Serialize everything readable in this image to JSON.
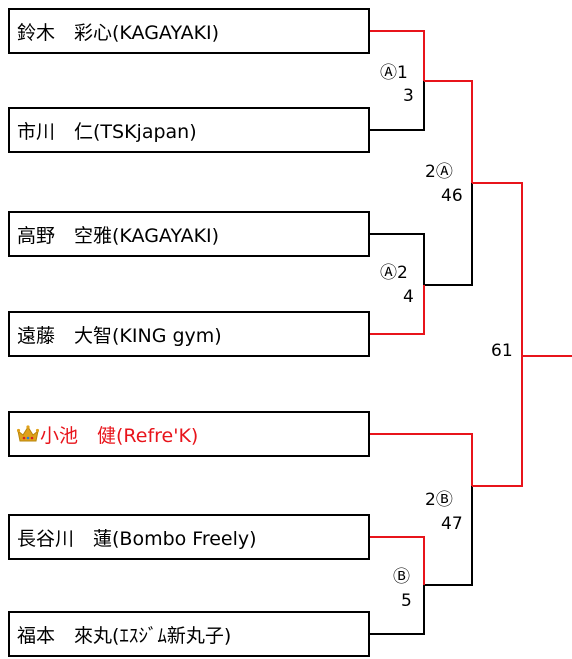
{
  "players": [
    {
      "name": "鈴木　彩心(KAGAYAKI)"
    },
    {
      "name": "市川　仁(TSKjapan)"
    },
    {
      "name": "高野　空雅(KAGAYAKI)"
    },
    {
      "name": "遠藤　大智(KING gym)"
    },
    {
      "name": "小池　健(Refre'K)",
      "winner": true,
      "crown_icon": "crown-icon"
    },
    {
      "name": "長谷川　蓮(Bombo Freely)"
    },
    {
      "name": "福本　來丸(ｴｽｼﾞﾑ新丸子)"
    }
  ],
  "matches": {
    "r1_a1": {
      "label": "Ⓐ1",
      "number": "3"
    },
    "r1_a2": {
      "label": "Ⓐ2",
      "number": "4"
    },
    "r1_b": {
      "label": "Ⓑ",
      "number": "5"
    },
    "sf_a": {
      "label": "2Ⓐ",
      "number": "46"
    },
    "sf_b": {
      "label": "2Ⓑ",
      "number": "47"
    },
    "final": {
      "number": "61"
    }
  },
  "colors": {
    "winner_path": "#e8141b",
    "line": "#000000"
  }
}
